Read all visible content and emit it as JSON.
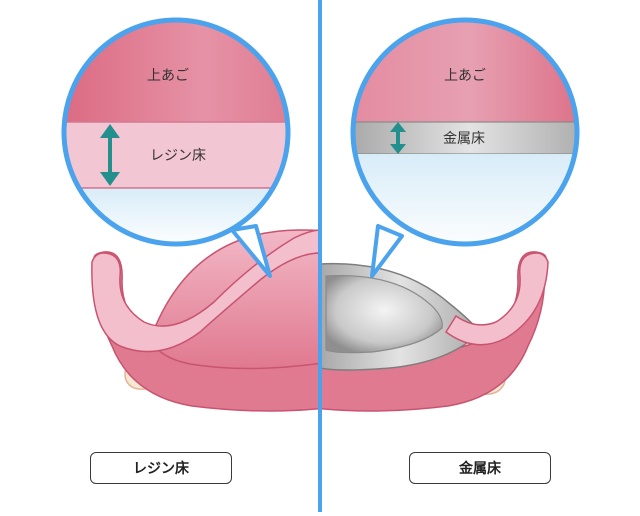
{
  "left": {
    "zoom_upper": "上あご",
    "zoom_base": "レジン床",
    "caption": "レジン床"
  },
  "right": {
    "zoom_upper": "上あご",
    "zoom_base": "金属床",
    "caption": "金属床"
  },
  "colors": {
    "divider": "#4aa3ec",
    "circle_border": "#4aa3ec",
    "palate": "#de7086",
    "resin": "#f3c6d3",
    "metal": "#bdbdbd",
    "arrow": "#23908e",
    "gum": "#e59aaa",
    "tooth": "#f8e7d2"
  }
}
